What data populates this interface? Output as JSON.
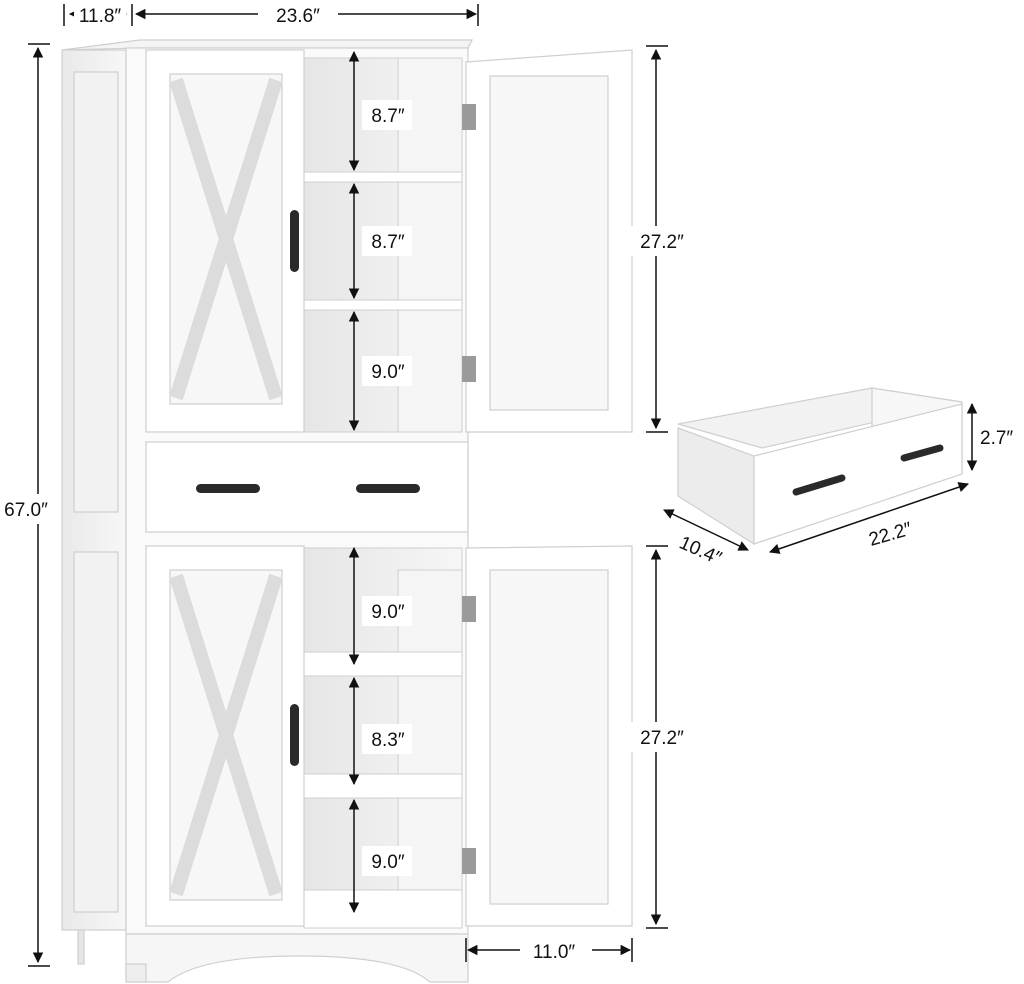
{
  "dimensions": {
    "depth": "11.8″",
    "width": "23.6″",
    "total_height": "67.0″",
    "upper_cabinet_height": "27.2″",
    "lower_cabinet_height": "27.2″",
    "door_width": "11.0″",
    "upper_shelf_1": "8.7″",
    "upper_shelf_2": "8.7″",
    "upper_shelf_3": "9.0″",
    "lower_shelf_1": "9.0″",
    "lower_shelf_2": "8.3″",
    "lower_shelf_3": "9.0″",
    "drawer_height": "2.7″",
    "drawer_width": "22.2″",
    "drawer_depth": "10.4″"
  },
  "colors": {
    "cabinet_white": "#ffffff",
    "panel_shade": "#f1f1f1",
    "edge_line": "#cfcfcf",
    "handle_black": "#2a2a2a",
    "dimension_line": "#111111"
  }
}
